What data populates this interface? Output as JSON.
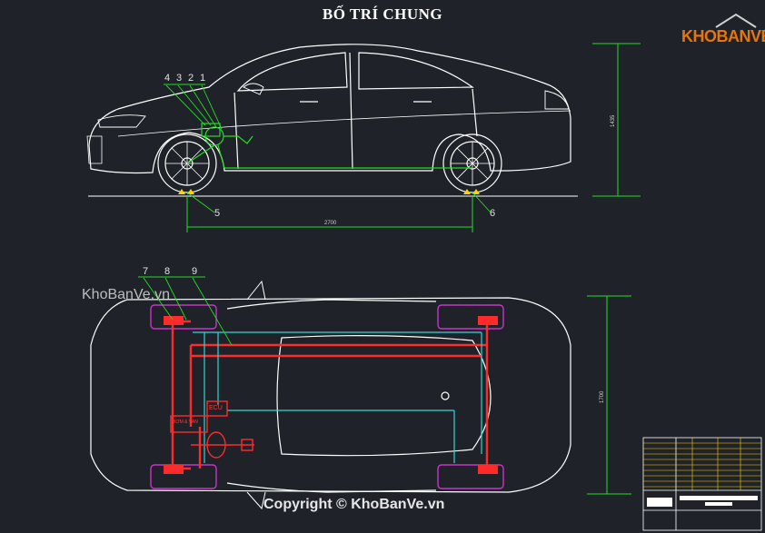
{
  "title": "BỐ TRÍ CHUNG",
  "logo": {
    "text": "KHOBANVE",
    "colors": {
      "letters": "#e8740c",
      "roof": "#d0d0d0"
    }
  },
  "watermark": "KhoBanVe.vn",
  "copyright": "Copyright © KhoBanVe.vn",
  "side_view": {
    "callouts": [
      "4",
      "3",
      "2",
      "1",
      "5",
      "6"
    ],
    "wheelbase_dim": "2700",
    "height_dim": "1435"
  },
  "top_view": {
    "callouts": [
      "7",
      "8",
      "9"
    ],
    "track_dim": "1700",
    "ecu_label": "ECU",
    "module_label": "BƠM & VAN"
  },
  "colors": {
    "background": "#1f2329",
    "outline": "#ffffff",
    "brake_line": "#ff2a2a",
    "sensor_line": "#33d6d6",
    "dimension": "#22dd22",
    "wheel_zone": "#cc33cc",
    "frame_yellow": "#ffd400"
  }
}
